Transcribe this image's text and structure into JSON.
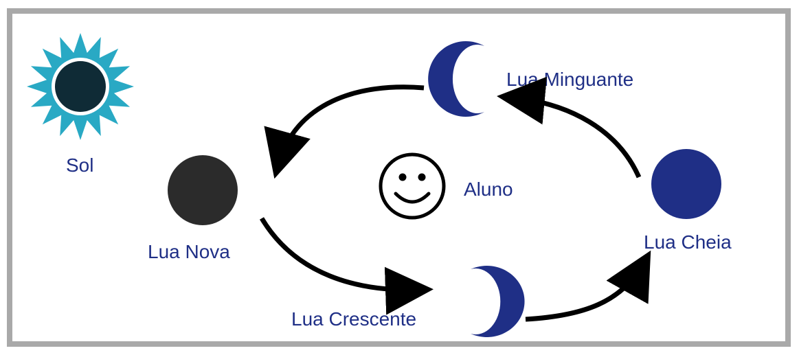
{
  "labels": {
    "sun": "Sol",
    "new_moon": "Lua Nova",
    "waxing_moon": "Lua Crescente",
    "full_moon": "Lua Cheia",
    "waning_moon": "Lua Minguante",
    "student": "Aluno"
  },
  "icons": {
    "sun": "sun-icon",
    "new_moon": "new-moon-icon",
    "waxing_moon": "waxing-crescent-icon",
    "full_moon": "full-moon-icon",
    "waning_moon": "waning-crescent-icon",
    "student": "smiley-face-icon"
  },
  "colors": {
    "sun_rays": "#29a9c4",
    "sun_core": "#0f2b36",
    "moon": "#1f2f86",
    "new_moon": "#2b2b2b",
    "arrows": "#000000",
    "labels": "#1f2f86",
    "frame": "#a9a9a9"
  }
}
